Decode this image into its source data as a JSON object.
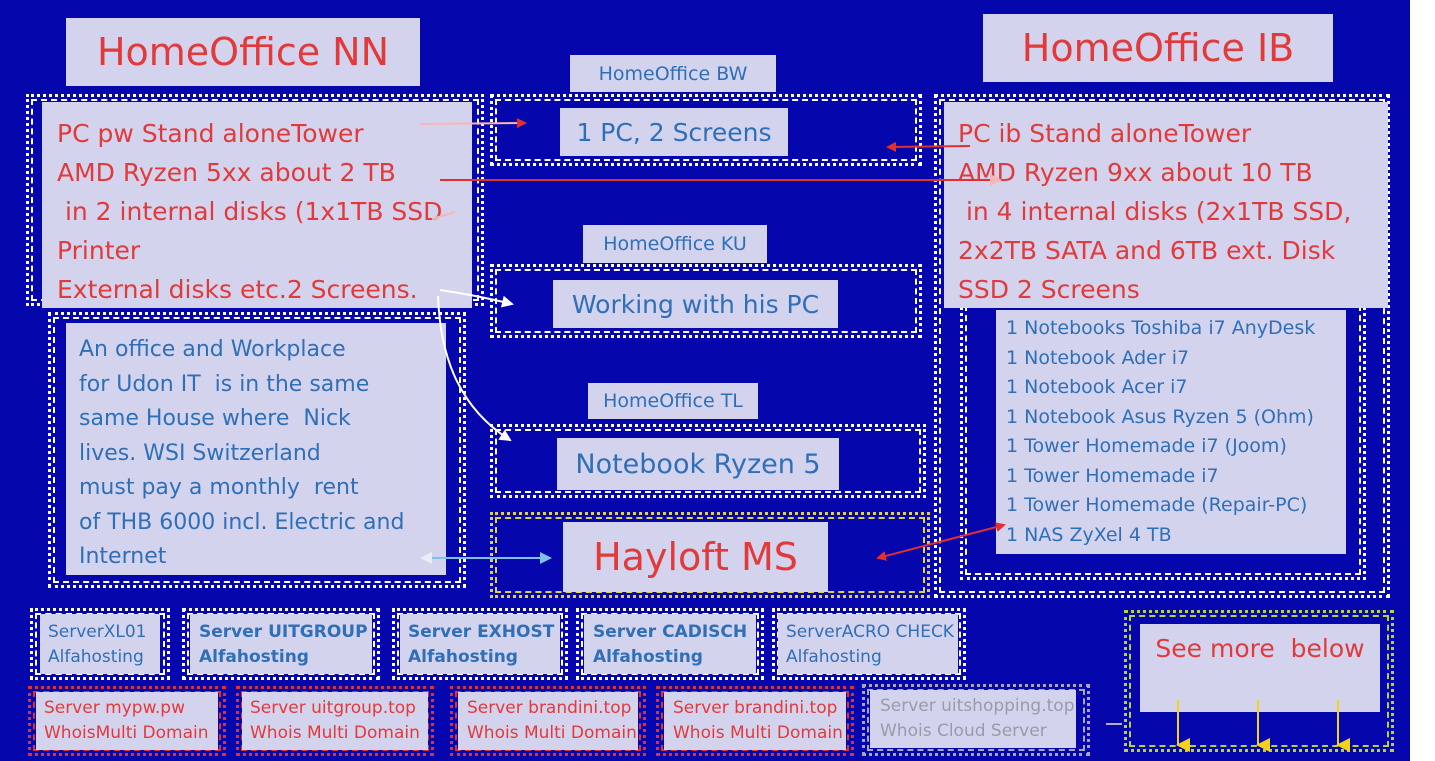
{
  "homeoffice_nn": {
    "title": "HomeOffice NN",
    "pc_lines": [
      "PC pw Stand aloneTower",
      "AMD Ryzen 5xx about 2 TB",
      " in 2 internal disks (1x1TB SSD",
      "Printer",
      "External disks etc.2 Screens."
    ],
    "office_lines": [
      "An office and Workplace",
      "for Udon IT  is in the same",
      "same House where  Nick",
      "lives. WSI Switzerland",
      "must pay a monthly  rent",
      "of THB 6000 incl. Electric and",
      "Internet"
    ]
  },
  "homeoffice_bw": {
    "title": "HomeOffice BW",
    "content": "1 PC, 2 Screens"
  },
  "homeoffice_ku": {
    "title": "HomeOffice KU",
    "content": "Working with his PC"
  },
  "homeoffice_tl": {
    "title": "HomeOffice TL",
    "content": "Notebook Ryzen 5"
  },
  "hayloft": {
    "title": "Hayloft MS"
  },
  "homeoffice_ib": {
    "title": "HomeOffice IB",
    "pc_lines": [
      "PC ib Stand aloneTower",
      "AMD Ryzen 9xx about 10 TB",
      " in 4 internal disks (2x1TB SSD,",
      "2x2TB SATA and 6TB ext. Disk",
      "SSD 2 Screens"
    ],
    "devices": [
      "1 Notebooks Toshiba i7 AnyDesk",
      "1 Notebook Ader i7",
      "1 Notebook Acer i7",
      "1 Notebook Asus Ryzen 5 (Ohm)",
      "1 Tower Homemade i7 (Joom)",
      "1 Tower Homemade i7",
      "1 Tower Homemade (Repair-PC)",
      "1 NAS ZyXel 4 TB"
    ]
  },
  "servers_row1": [
    {
      "line1": "ServerXL01",
      "line2": "Alfahosting"
    },
    {
      "line1": "Server UITGROUP",
      "line2": "Alfahosting"
    },
    {
      "line1": "Server EXHOST",
      "line2": "Alfahosting"
    },
    {
      "line1": "Server CADISCH",
      "line2": "Alfahosting"
    },
    {
      "line1": "ServerACRO CHECK",
      "line2": "Alfahosting"
    }
  ],
  "servers_row2": [
    {
      "line1": "Server mypw.pw",
      "line2": "WhoisMulti Domain"
    },
    {
      "line1": "Server uitgroup.top",
      "line2": "Whois Multi Domain"
    },
    {
      "line1": "Server brandini.top",
      "line2": "Whois Multi Domain"
    },
    {
      "line1": "Server brandini.top",
      "line2": "Whois Multi Domain"
    },
    {
      "line1": "Server uitshopping.top",
      "line2": "Whois Cloud Server"
    }
  ],
  "see_more": {
    "label": "See more  below"
  },
  "colors": {
    "background": "#0606ad",
    "box_fill": "#d3d3ee",
    "red_text": "#e23a3a",
    "blue_text": "#2f6fb8",
    "arrow_red": "#e23030",
    "arrow_white": "#ffffff",
    "arrow_yellow": "#f2d21c"
  }
}
